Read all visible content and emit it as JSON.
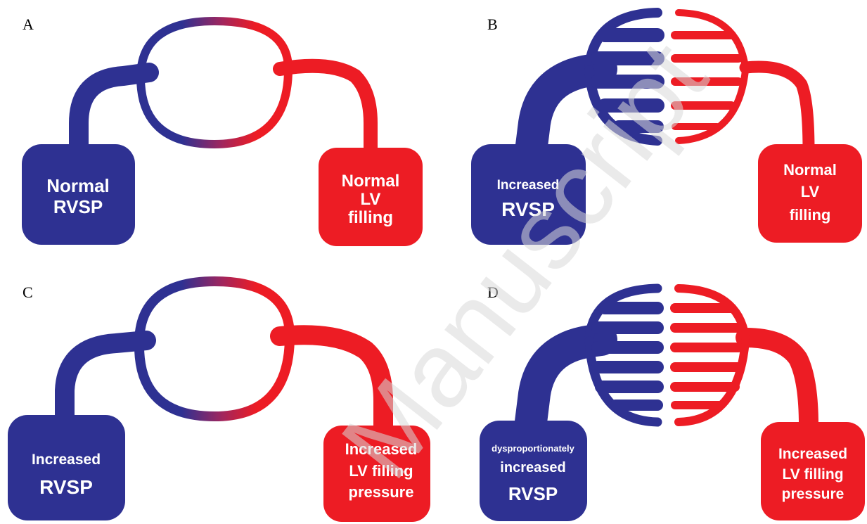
{
  "colors": {
    "blue": "#2e3192",
    "red": "#ed1c24",
    "mix": "#a0265e"
  },
  "watermark": "Manuscript",
  "panels": [
    {
      "letter": "A",
      "left_box": [
        "Normal",
        "RVSP"
      ],
      "right_box": [
        "Normal",
        "LV",
        "filling"
      ]
    },
    {
      "letter": "B",
      "left_box": [
        "Increased",
        "RVSP"
      ],
      "right_box": [
        "Normal",
        "LV",
        "filling"
      ]
    },
    {
      "letter": "C",
      "left_box": [
        "Increased",
        "RVSP"
      ],
      "right_box": [
        "Increased",
        "LV filling",
        "pressure"
      ]
    },
    {
      "letter": "D",
      "left_box": [
        "dysproportionately",
        "increased",
        "RVSP"
      ],
      "right_box": [
        "Increased",
        "LV filling",
        "pressure"
      ]
    }
  ]
}
